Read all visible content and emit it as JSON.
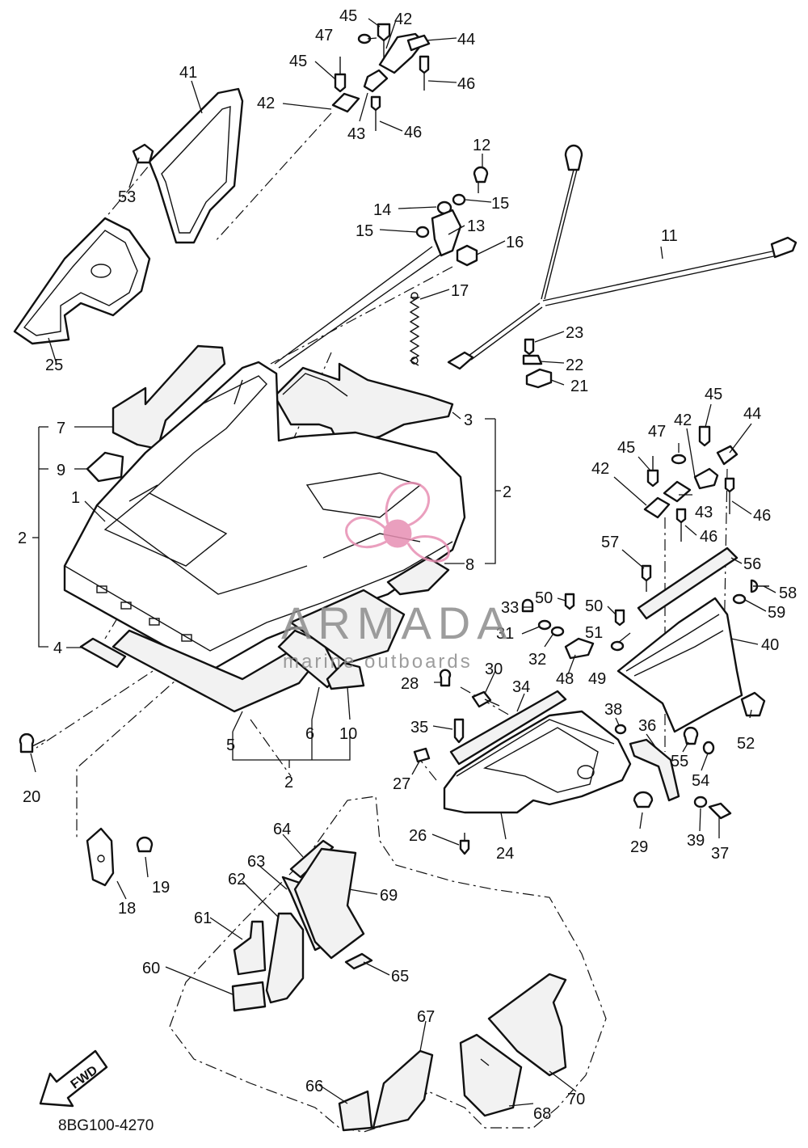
{
  "diagram_code": "8BG100-4270",
  "fwd_label": "FWD",
  "watermark": {
    "brand": "ARMADA",
    "tagline": "marine outboards",
    "color": "#e78fb3"
  },
  "callouts": [
    {
      "id": "c45a",
      "text": "45"
    },
    {
      "id": "c42a",
      "text": "42"
    },
    {
      "id": "c47a",
      "text": "47"
    },
    {
      "id": "c44a",
      "text": "44"
    },
    {
      "id": "c45b",
      "text": "45"
    },
    {
      "id": "c46a",
      "text": "46"
    },
    {
      "id": "c41",
      "text": "41"
    },
    {
      "id": "c42b",
      "text": "42"
    },
    {
      "id": "c43a",
      "text": "43"
    },
    {
      "id": "c46b",
      "text": "46"
    },
    {
      "id": "c12",
      "text": "12"
    },
    {
      "id": "c14",
      "text": "14"
    },
    {
      "id": "c15a",
      "text": "15"
    },
    {
      "id": "c15b",
      "text": "15"
    },
    {
      "id": "c13",
      "text": "13"
    },
    {
      "id": "c16",
      "text": "16"
    },
    {
      "id": "c11",
      "text": "11"
    },
    {
      "id": "c53",
      "text": "53"
    },
    {
      "id": "c17",
      "text": "17"
    },
    {
      "id": "c23",
      "text": "23"
    },
    {
      "id": "c22",
      "text": "22"
    },
    {
      "id": "c21",
      "text": "21"
    },
    {
      "id": "c25",
      "text": "25"
    },
    {
      "id": "c7",
      "text": "7"
    },
    {
      "id": "c3",
      "text": "3"
    },
    {
      "id": "c9",
      "text": "9"
    },
    {
      "id": "c2a",
      "text": "2"
    },
    {
      "id": "c1",
      "text": "1"
    },
    {
      "id": "c2b",
      "text": "2"
    },
    {
      "id": "c8",
      "text": "8"
    },
    {
      "id": "c4",
      "text": "4"
    },
    {
      "id": "c45c",
      "text": "45"
    },
    {
      "id": "c44b",
      "text": "44"
    },
    {
      "id": "c47b",
      "text": "47"
    },
    {
      "id": "c42c",
      "text": "42"
    },
    {
      "id": "c45d",
      "text": "45"
    },
    {
      "id": "c42d",
      "text": "42"
    },
    {
      "id": "c43b",
      "text": "43"
    },
    {
      "id": "c46c",
      "text": "46"
    },
    {
      "id": "c46d",
      "text": "46"
    },
    {
      "id": "c57",
      "text": "57"
    },
    {
      "id": "c56",
      "text": "56"
    },
    {
      "id": "c58",
      "text": "58"
    },
    {
      "id": "c59",
      "text": "59"
    },
    {
      "id": "c33",
      "text": "33"
    },
    {
      "id": "c50a",
      "text": "50"
    },
    {
      "id": "c50b",
      "text": "50"
    },
    {
      "id": "c31",
      "text": "31"
    },
    {
      "id": "c51",
      "text": "51"
    },
    {
      "id": "c40",
      "text": "40"
    },
    {
      "id": "c32",
      "text": "32"
    },
    {
      "id": "c30",
      "text": "30"
    },
    {
      "id": "c48",
      "text": "48"
    },
    {
      "id": "c49",
      "text": "49"
    },
    {
      "id": "c28",
      "text": "28"
    },
    {
      "id": "c34",
      "text": "34"
    },
    {
      "id": "c38",
      "text": "38"
    },
    {
      "id": "c35",
      "text": "35"
    },
    {
      "id": "c36",
      "text": "36"
    },
    {
      "id": "c52",
      "text": "52"
    },
    {
      "id": "c55",
      "text": "55"
    },
    {
      "id": "c54",
      "text": "54"
    },
    {
      "id": "c5",
      "text": "5"
    },
    {
      "id": "c6",
      "text": "6"
    },
    {
      "id": "c10",
      "text": "10"
    },
    {
      "id": "c2c",
      "text": "2"
    },
    {
      "id": "c20",
      "text": "20"
    },
    {
      "id": "c27",
      "text": "27"
    },
    {
      "id": "c29",
      "text": "29"
    },
    {
      "id": "c39",
      "text": "39"
    },
    {
      "id": "c37",
      "text": "37"
    },
    {
      "id": "c26",
      "text": "26"
    },
    {
      "id": "c24",
      "text": "24"
    },
    {
      "id": "c64",
      "text": "64"
    },
    {
      "id": "c63",
      "text": "63"
    },
    {
      "id": "c62",
      "text": "62"
    },
    {
      "id": "c69",
      "text": "69"
    },
    {
      "id": "c19",
      "text": "19"
    },
    {
      "id": "c18",
      "text": "18"
    },
    {
      "id": "c61",
      "text": "61"
    },
    {
      "id": "c60",
      "text": "60"
    },
    {
      "id": "c65",
      "text": "65"
    },
    {
      "id": "c67",
      "text": "67"
    },
    {
      "id": "c66",
      "text": "66"
    },
    {
      "id": "c70",
      "text": "70"
    },
    {
      "id": "c68",
      "text": "68"
    }
  ]
}
